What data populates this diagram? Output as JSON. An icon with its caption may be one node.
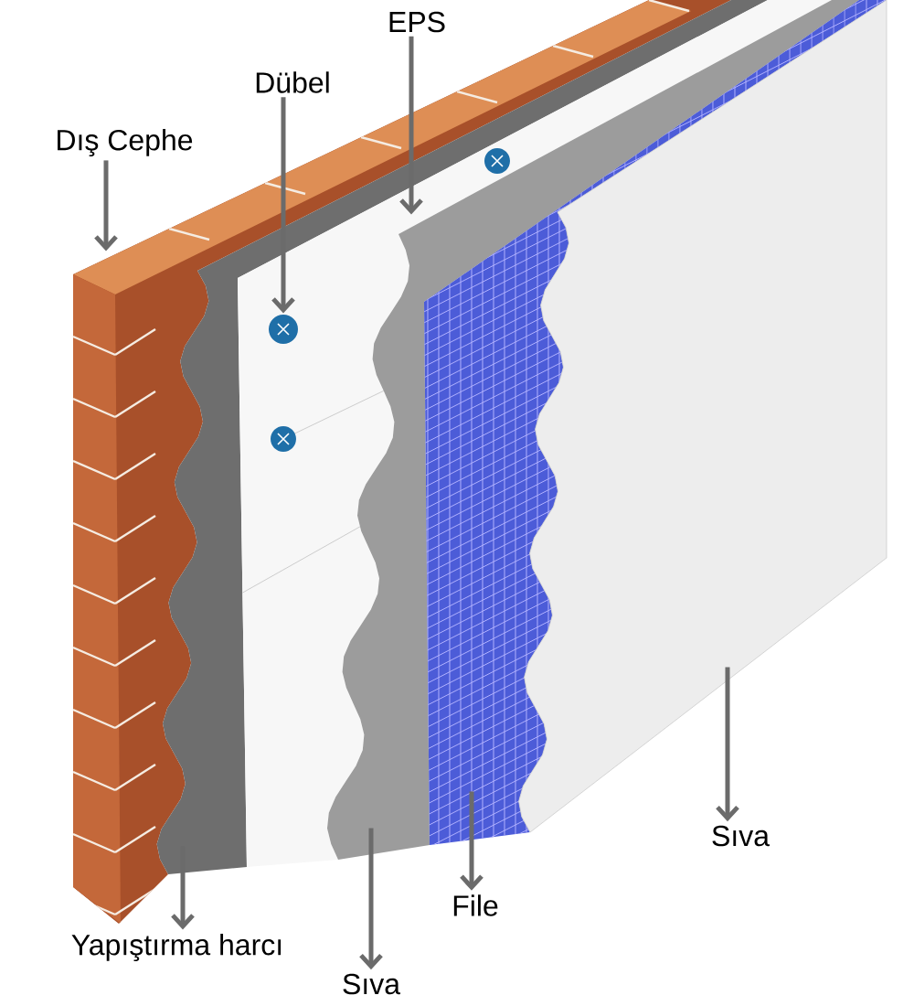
{
  "diagram": {
    "nodes": [
      {
        "text": [
          "Dış Cephe"
        ]
      },
      {
        "text": [
          "Dübel"
        ]
      },
      {
        "text": [
          "EPS"
        ]
      },
      {
        "text": [
          "Yapıştırma harcı"
        ]
      },
      {
        "text": [
          "Sıva"
        ]
      },
      {
        "text": [
          "File"
        ]
      },
      {
        "text": [
          "Sıva"
        ]
      },
      {
        "text": [],
        "shape": "picture"
      },
      {
        "text": [],
        "shape": "picture"
      },
      {
        "text": [],
        "shape": "picture"
      },
      {
        "text": [],
        "shape": "picture",
        "in": 9
      },
      {
        "text": [],
        "shape": "picture"
      },
      {
        "text": [],
        "shape": "picture"
      },
      {
        "text": [],
        "shape": "picture"
      }
    ],
    "edges": [
      {
        "from": 0,
        "to": 7,
        "arrow": "to"
      },
      {
        "from": 1,
        "to": 10,
        "arrow": "to"
      },
      {
        "from": 2,
        "to": 9,
        "arrow": "to"
      },
      {
        "from": 8,
        "to": 3,
        "arrow": "to"
      },
      {
        "from": 11,
        "to": 4,
        "arrow": "to"
      },
      {
        "from": 12,
        "to": 5,
        "arrow": "to"
      },
      {
        "from": 13,
        "to": 6,
        "arrow": "to"
      }
    ]
  }
}
